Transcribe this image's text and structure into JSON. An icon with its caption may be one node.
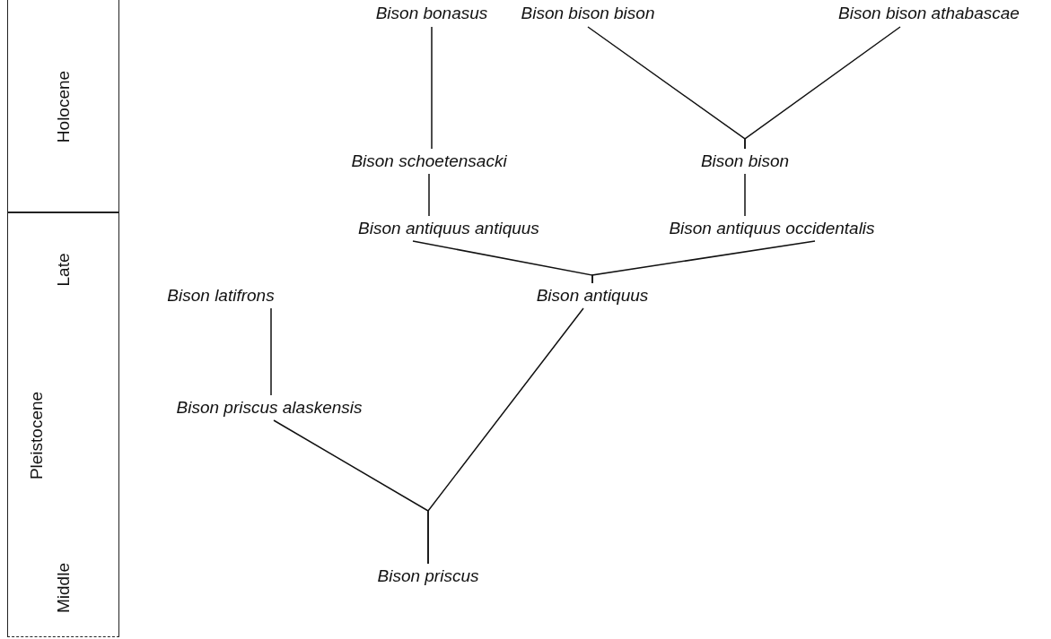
{
  "diagram": {
    "nodes": [
      {
        "text": [
          "Holocene"
        ]
      },
      {
        "text": [
          "Pleistocene"
        ]
      },
      {
        "text": [
          "Bison bonasus"
        ]
      },
      {
        "text": [
          "Bison bison bison"
        ]
      },
      {
        "text": [
          "Bison bison athabascae"
        ]
      },
      {
        "text": [
          "Bison schoetensacki"
        ]
      },
      {
        "text": [
          "Bison bison"
        ]
      },
      {
        "text": [
          "Bison antiquus antiquus"
        ]
      },
      {
        "text": [
          "Bison antiquus occidentalis"
        ]
      },
      {
        "text": [
          "Bison latifrons"
        ]
      },
      {
        "text": [
          "Bison antiquus"
        ]
      },
      {
        "text": [
          "Bison priscus alaskensis"
        ]
      },
      {
        "text": [
          "Bison priscus"
        ]
      }
    ],
    "edges": [
      {
        "from": 2,
        "to": 5,
        "arrow": "none"
      },
      {
        "from": 3,
        "to": 6,
        "arrow": "none"
      },
      {
        "from": 4,
        "to": 6,
        "arrow": "none"
      },
      {
        "from": 5,
        "to": 7,
        "arrow": "none"
      },
      {
        "from": 6,
        "to": 8,
        "arrow": "none"
      },
      {
        "from": 7,
        "to": 10,
        "arrow": "none"
      },
      {
        "from": 8,
        "to": 10,
        "arrow": "none"
      },
      {
        "from": 9,
        "to": 11,
        "arrow": "none"
      },
      {
        "from": 11,
        "to": 12,
        "arrow": "none"
      },
      {
        "from": 10,
        "to": 12,
        "arrow": "none"
      }
    ],
    "labels": [
      "Late",
      "Middle"
    ]
  }
}
